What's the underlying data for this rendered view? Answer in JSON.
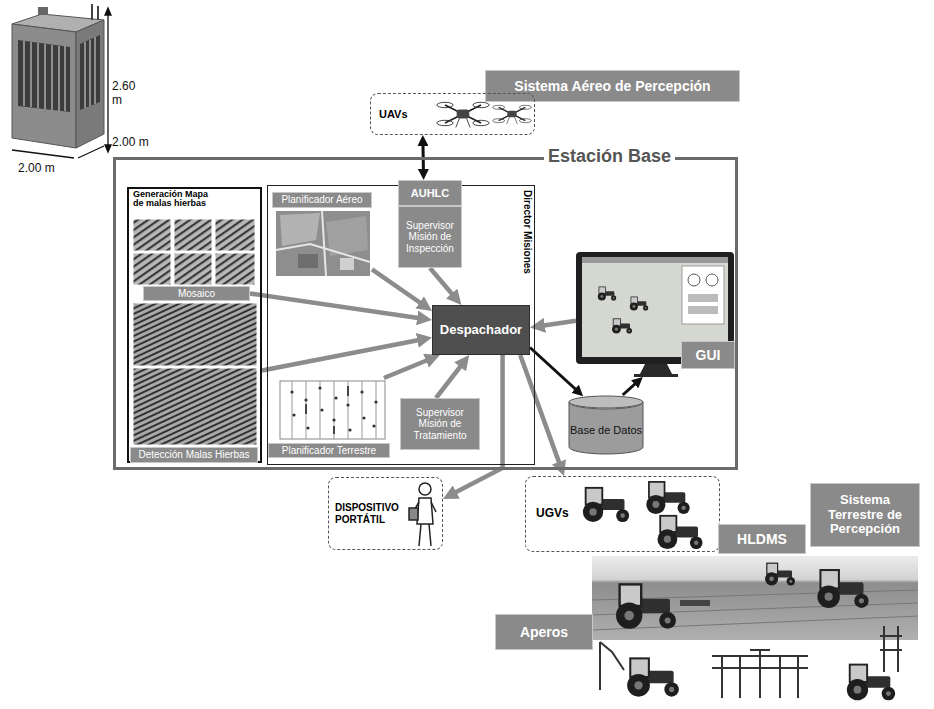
{
  "diagram": {
    "nodes": [
      {
        "text": [
          "Sistema Aéreo de Percepción"
        ]
      },
      {
        "text": [
          "UAVs"
        ]
      },
      {
        "text": [
          "Estación Base"
        ]
      },
      {
        "text": [
          "Generación Mapa de malas hierbas"
        ],
        "in": 2
      },
      {
        "text": [
          "Mosaico"
        ],
        "in": 3
      },
      {
        "text": [
          "Detección Malas Hierbas"
        ],
        "in": 3
      },
      {
        "text": [
          "Director Misiones"
        ],
        "in": 2
      },
      {
        "text": [
          "Planificador Aéreo"
        ],
        "in": 6
      },
      {
        "text": [
          "AUHLC"
        ],
        "in": 6
      },
      {
        "text": [
          "Supervisor Misión de Inspección"
        ],
        "in": 6
      },
      {
        "text": [
          "Despachador"
        ],
        "in": 6
      },
      {
        "text": [
          "Planificador Terrestre"
        ],
        "in": 6
      },
      {
        "text": [
          "Supervisor Misión de Tratamiento"
        ],
        "in": 6
      },
      {
        "text": [
          "GUI"
        ],
        "in": 2
      },
      {
        "text": [
          "Base de Datos"
        ],
        "in": 2
      },
      {
        "text": [
          "DISPOSITIVO PORTÁTIL"
        ]
      },
      {
        "text": [
          "UGVs"
        ]
      },
      {
        "text": [
          "HLDMS"
        ]
      },
      {
        "text": [
          "Sistema Terrestre de Percepción"
        ]
      },
      {
        "text": [
          "Aperos"
        ]
      }
    ],
    "edges": [
      {
        "from": 1,
        "to": 8,
        "arrow": "both"
      },
      {
        "from": 4,
        "to": 10,
        "arrow": "to"
      },
      {
        "from": 3,
        "to": 10,
        "arrow": "to"
      },
      {
        "from": 7,
        "to": 10,
        "arrow": "to"
      },
      {
        "from": 9,
        "to": 10,
        "arrow": "to"
      },
      {
        "from": 11,
        "to": 10,
        "arrow": "to"
      },
      {
        "from": 12,
        "to": 10,
        "arrow": "to"
      },
      {
        "from": 13,
        "to": 10,
        "arrow": "to"
      },
      {
        "from": 10,
        "to": 14,
        "arrow": "to"
      },
      {
        "from": 14,
        "to": 13,
        "arrow": "to"
      },
      {
        "from": 10,
        "to": 15,
        "arrow": "to"
      },
      {
        "from": 10,
        "to": 16,
        "arrow": "to"
      }
    ],
    "labels": [
      "2.60 m",
      "2.00 m",
      "2.00 m"
    ]
  }
}
